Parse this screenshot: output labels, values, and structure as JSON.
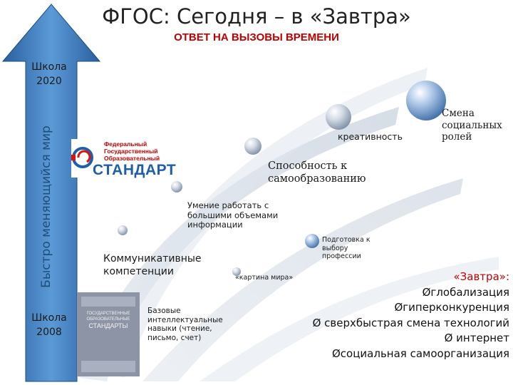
{
  "header": {
    "title": "ФГОС: Сегодня – в «Завтра»",
    "subtitle": "ОТВЕТ НА ВЫЗОВЫ ВРЕМЕНИ"
  },
  "axis": {
    "top_label": "Школа 2020",
    "bottom_label": "Школа 2008",
    "vertical_label": "Быстро меняющийся мир"
  },
  "logo": {
    "line1": "Федеральный",
    "line2": "Государственный",
    "line3": "Образовательный",
    "word": "СТАНДАРТ"
  },
  "book": {
    "line1": "ГОСУДАРСТВЕННЫЕ",
    "line2": "ОБРАЗОВАТЕЛЬНЫЕ",
    "line3": "СТАНДАРТЫ"
  },
  "nodes": {
    "basic_skills": "Базовые интеллектуальные навыки (чтение, письмо, счет)",
    "communicative": "Коммуникативные компетенции",
    "world_picture": "«картина мира»",
    "big_data": "Умение работать с большими объемами информации",
    "profession": "Подготовка к выбору профессии",
    "self_education": "Способность к самообразованию",
    "creativity": "креативность",
    "social_roles": "Смена социальных ролей"
  },
  "tomorrow": {
    "title": "«Завтра»:",
    "bullet_symbol": "Ø",
    "items": [
      "глобализация",
      "гиперконкуренция",
      "сверхбыстрая смена технологий",
      "интернет",
      "социальная самоорганизация"
    ]
  },
  "colors": {
    "arrow_blue": "#3a78c2",
    "accent_red": "#c00000",
    "sphere_blue": "#4a78b8"
  }
}
